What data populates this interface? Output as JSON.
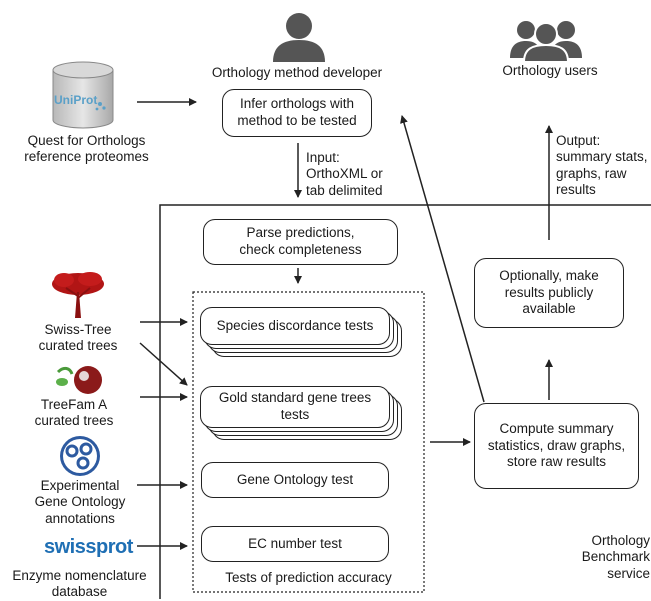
{
  "colors": {
    "line": "#222222",
    "icon_gray": "#555555",
    "tree_red": "#b11515",
    "go_blue": "#2d5aa0",
    "swissprot_blue": "#1f6fb4"
  },
  "top": {
    "developer_label": "Orthology method developer",
    "users_label": "Orthology users",
    "infer_box": "Infer orthologs with\nmethod to be tested",
    "input_label": "Input:\nOrthoXML or\ntab delimited",
    "output_label": "Output:\nsummary stats,\ngraphs, raw\nresults"
  },
  "sources": {
    "uniprot_logo": "UniProt",
    "quest_label": "Quest for Orthologs\nreference proteomes",
    "swisstree_label": "Swiss-Tree\ncurated trees",
    "treefam_label": "TreeFam A\ncurated trees",
    "go_label": "Experimental\nGene Ontology\nannotations",
    "swissprot_logo": "swissprot",
    "enzyme_label": "Enzyme nomenclature\ndatabase"
  },
  "service": {
    "parse_box": "Parse predictions,\ncheck completeness",
    "species_box": "Species discordance tests",
    "gold_box": "Gold standard gene trees\ntests",
    "go_box": "Gene Ontology test",
    "ec_box": "EC number test",
    "tests_caption": "Tests of prediction accuracy",
    "summary_box": "Compute summary\nstatistics, draw graphs,\nstore raw results",
    "publish_box": "Optionally, make\nresults publicly\navailable",
    "service_label": "Orthology\nBenchmark\nservice"
  }
}
